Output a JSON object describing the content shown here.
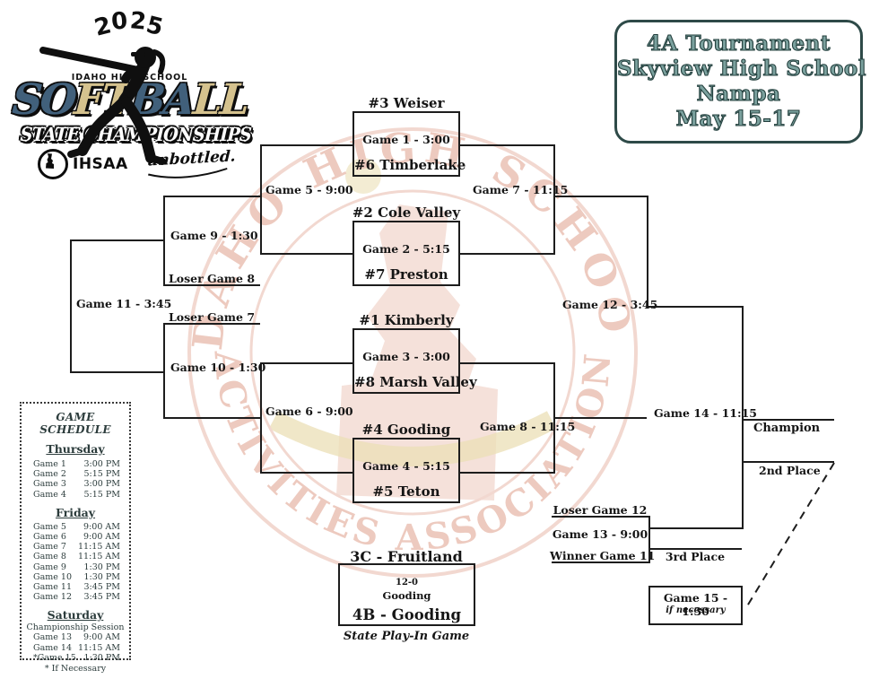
{
  "logo": {
    "year": "2025",
    "year_chars": [
      "2",
      "0",
      "2",
      "5"
    ],
    "school": "IDAHO HIGH SCHOOL",
    "title": "SOFTBALL",
    "title_chars": [
      "S",
      "O",
      "F",
      "T",
      "B",
      "A",
      "L",
      "L"
    ],
    "subtitle": "STATE CHAMPIONSHIPS",
    "ihsaa": "IHSAA",
    "sponsor": "unbottled."
  },
  "header": {
    "lines": [
      "4A Tournament",
      "Skyview High School",
      "Nampa",
      "May 15-17"
    ]
  },
  "watermark": {
    "arc_top": "IDAHO HIGH SCHOOL",
    "arc_bottom": "ACTIVITIES ASSOCIATION"
  },
  "bracket": {
    "round1": [
      {
        "top": "#3 Weiser",
        "game": "Game 1 - 3:00",
        "bottom": "#6 Timberlake"
      },
      {
        "top": "#2 Cole Valley",
        "game": "Game 2 - 5:15",
        "bottom": "#7 Preston"
      },
      {
        "top": "#1 Kimberly",
        "game": "Game 3 - 3:00",
        "bottom": "#8 Marsh Valley"
      },
      {
        "top": "#4 Gooding",
        "game": "Game 4 - 5:15",
        "bottom": "#5 Teton"
      }
    ],
    "labels": {
      "g5": "Game 5 - 9:00",
      "g6": "Game 6 - 9:00",
      "g7": "Game 7 - 11:15",
      "g8": "Game 8 - 11:15",
      "g9": "Game 9 - 1:30",
      "g10": "Game 10 - 1:30",
      "g11": "Game 11 - 3:45",
      "g12": "Game 12 - 3:45",
      "g13": "Game 13 - 9:00",
      "g14": "Game 14 - 11:15",
      "loser_g8": "Loser Game 8",
      "loser_g7": "Loser Game 7",
      "loser_g12": "Loser Game 12",
      "winner_g11": "Winner Game 11",
      "champion": "Champion",
      "second_place": "2nd Place",
      "third_place": "3rd Place",
      "g15": "Game 15 - 1:30",
      "g15_note": "if necessary"
    },
    "play_in": {
      "top": "3C - Fruitland",
      "score": "12-0",
      "winner": "Gooding",
      "bottom": "4B - Gooding",
      "caption": "State Play-In Game"
    }
  },
  "schedule": {
    "title": "GAME SCHEDULE",
    "days": [
      {
        "name": "Thursday",
        "note": "",
        "rows": [
          [
            "Game 1",
            "3:00 PM"
          ],
          [
            "Game 2",
            "5:15 PM"
          ],
          [
            "Game 3",
            "3:00 PM"
          ],
          [
            "Game 4",
            "5:15 PM"
          ]
        ]
      },
      {
        "name": "Friday",
        "note": "",
        "rows": [
          [
            "Game 5",
            "9:00 AM"
          ],
          [
            "Game 6",
            "9:00 AM"
          ],
          [
            "Game 7",
            "11:15 AM"
          ],
          [
            "Game 8",
            "11:15 AM"
          ],
          [
            "Game 9",
            "1:30 PM"
          ],
          [
            "Game 10",
            "1:30 PM"
          ],
          [
            "Game 11",
            "3:45 PM"
          ],
          [
            "Game 12",
            "3:45 PM"
          ]
        ]
      },
      {
        "name": "Saturday",
        "note": "Championship Session",
        "rows": [
          [
            "Game 13",
            "9:00 AM"
          ],
          [
            "Game 14",
            "11:15 AM"
          ],
          [
            "*Game 15",
            "1:30 PM"
          ]
        ]
      }
    ],
    "footnote": "* If Necessary"
  },
  "colors": {
    "line": "#1d1d1d",
    "accent_blue": "#41607b",
    "accent_tan": "#d5c28e",
    "header_teal": "#7ba19e",
    "watermark_pink": "#edcabf",
    "gold": "#ebdfb6"
  }
}
